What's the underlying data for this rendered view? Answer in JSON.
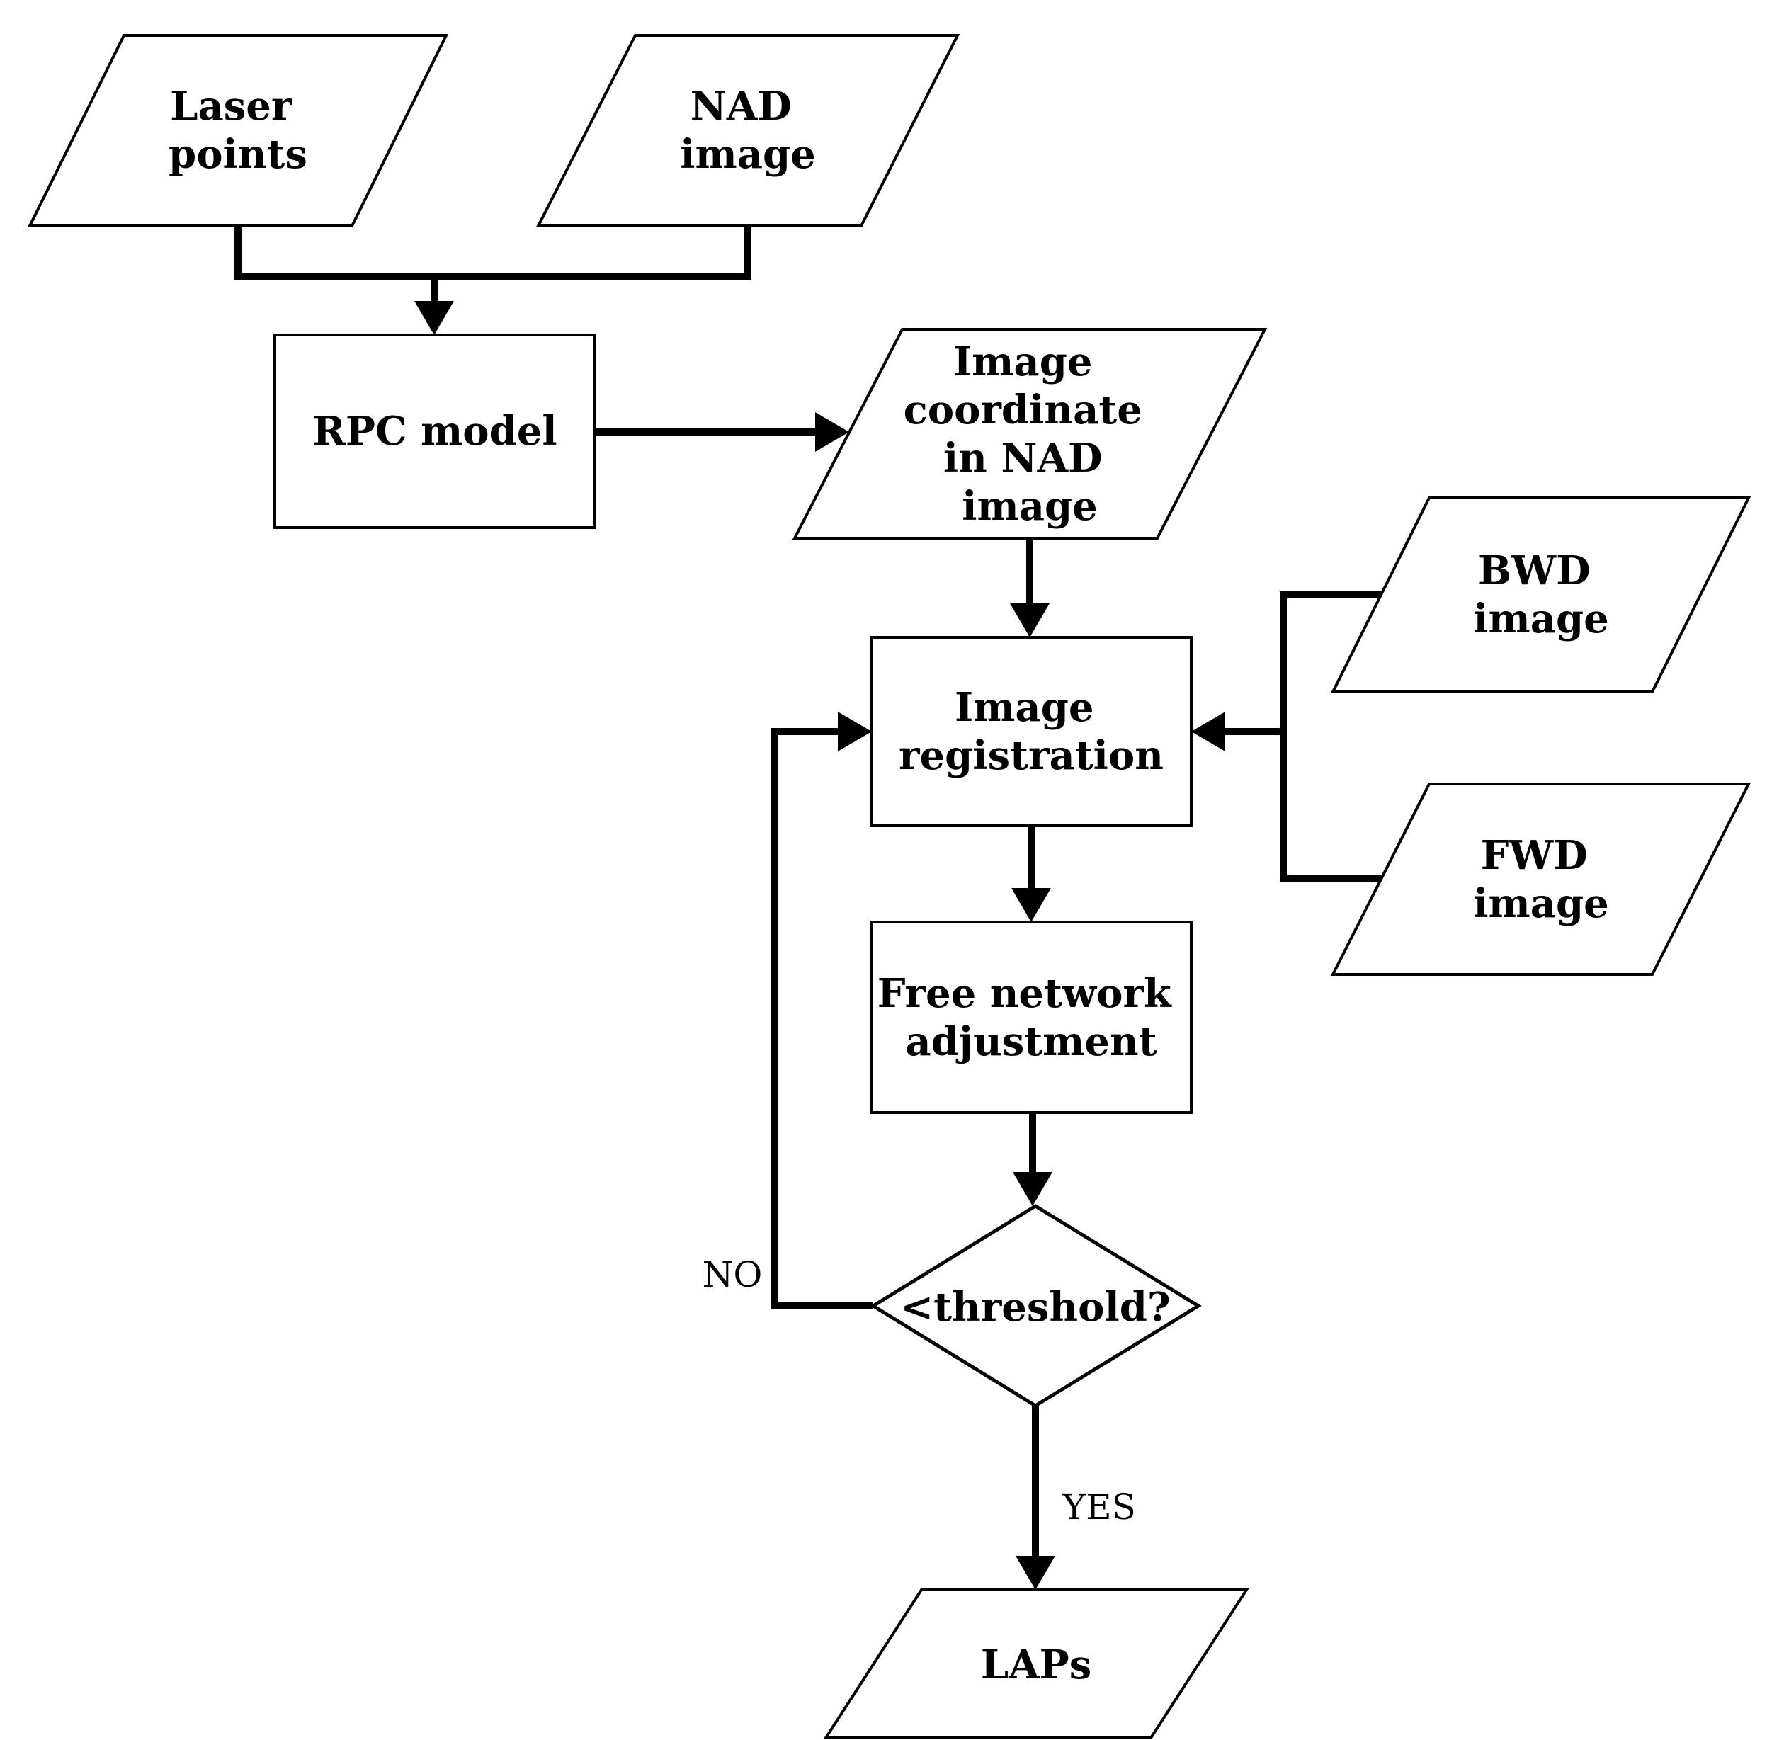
{
  "figure": {
    "type": "flowchart",
    "ink_color": "#000000",
    "background_color": "#ffffff",
    "nodes": {
      "laser_points": {
        "shape": "parallelogram",
        "role": "input-data",
        "lines": [
          "Laser",
          "points"
        ]
      },
      "nad_image": {
        "shape": "parallelogram",
        "role": "input-data",
        "lines": [
          "NAD",
          "image"
        ]
      },
      "rpc_model": {
        "shape": "rectangle",
        "role": "process",
        "lines": [
          "RPC model"
        ]
      },
      "image_coordinate": {
        "shape": "parallelogram",
        "role": "data",
        "lines": [
          "Image",
          "coordinate",
          "in NAD",
          "image"
        ]
      },
      "bwd_image": {
        "shape": "parallelogram",
        "role": "input-data",
        "lines": [
          "BWD",
          "image"
        ]
      },
      "fwd_image": {
        "shape": "parallelogram",
        "role": "input-data",
        "lines": [
          "FWD",
          "image"
        ]
      },
      "image_registration": {
        "shape": "rectangle",
        "role": "process",
        "lines": [
          "Image",
          "registration"
        ]
      },
      "free_network_adjustment": {
        "shape": "rectangle",
        "role": "process",
        "lines": [
          "Free network",
          "adjustment"
        ]
      },
      "threshold_decision": {
        "shape": "diamond",
        "role": "decision",
        "lines": [
          "<threshold?"
        ]
      },
      "laps": {
        "shape": "parallelogram",
        "role": "output-data",
        "lines": [
          "LAPs"
        ]
      }
    },
    "edge_labels": {
      "no": "NO",
      "yes": "YES"
    }
  }
}
